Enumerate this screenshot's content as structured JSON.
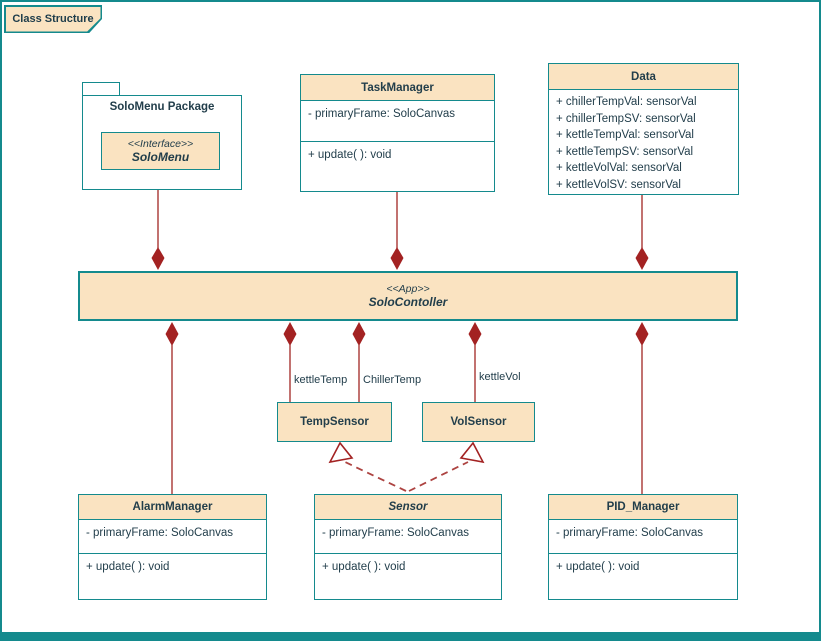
{
  "tab": {
    "label": "Class Structure"
  },
  "package": {
    "title": "SoloMenu Package",
    "interface_stereotype": "<<Interface>>",
    "interface_name": "SoloMenu"
  },
  "classes": {
    "task_manager": {
      "name": "TaskManager",
      "attributes": [
        "- primaryFrame: SoloCanvas"
      ],
      "operations": [
        "+ update( ): void"
      ]
    },
    "data": {
      "name": "Data",
      "attributes": [
        "+ chillerTempVal: sensorVal",
        "+ chillerTempSV: sensorVal",
        "+ kettleTempVal: sensorVal",
        "+ kettleTempSV: sensorVal",
        "+ kettleVolVal: sensorVal",
        "+ kettleVolSV: sensorVal"
      ]
    },
    "controller": {
      "stereotype": "<<App>>",
      "name": "SoloContoller"
    },
    "temp_sensor": {
      "name": "TempSensor"
    },
    "vol_sensor": {
      "name": "VolSensor"
    },
    "alarm_manager": {
      "name": "AlarmManager",
      "attributes": [
        "- primaryFrame: SoloCanvas"
      ],
      "operations": [
        "+ update( ): void"
      ]
    },
    "sensor": {
      "name": "Sensor",
      "attributes": [
        "- primaryFrame: SoloCanvas"
      ],
      "operations": [
        "+ update( ): void"
      ]
    },
    "pid_manager": {
      "name": "PID_Manager",
      "attributes": [
        "- primaryFrame: SoloCanvas"
      ],
      "operations": [
        "+ update( ): void"
      ]
    }
  },
  "edge_labels": {
    "kettle_temp": "kettleTemp",
    "chiller_temp": "ChillerTemp",
    "kettle_vol": "kettleVol"
  },
  "colors": {
    "teal_border": "#148a8d",
    "beige_fill": "#fae3c1",
    "dark_text": "#223e4b",
    "line_red": "#ad4341",
    "diamond_red": "#a32222"
  }
}
